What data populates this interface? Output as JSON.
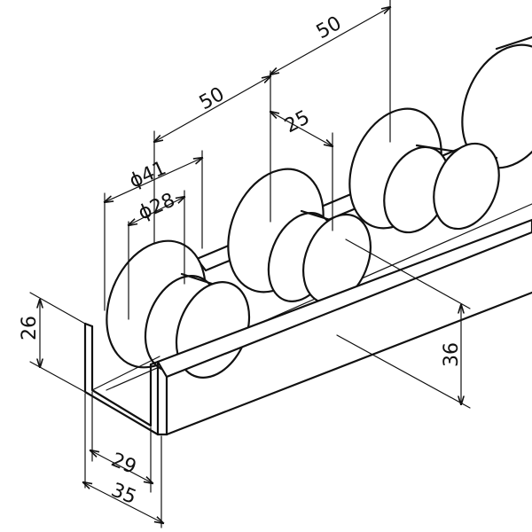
{
  "drawing": {
    "dimensions": {
      "pitch_top": "50",
      "pitch_mid": "50",
      "wheel_width": "25",
      "outer_diameter": "ϕ41",
      "inner_diameter": "ϕ28",
      "channel_height": "26",
      "total_height": "36",
      "inner_width": "29",
      "outer_width": "35"
    }
  }
}
